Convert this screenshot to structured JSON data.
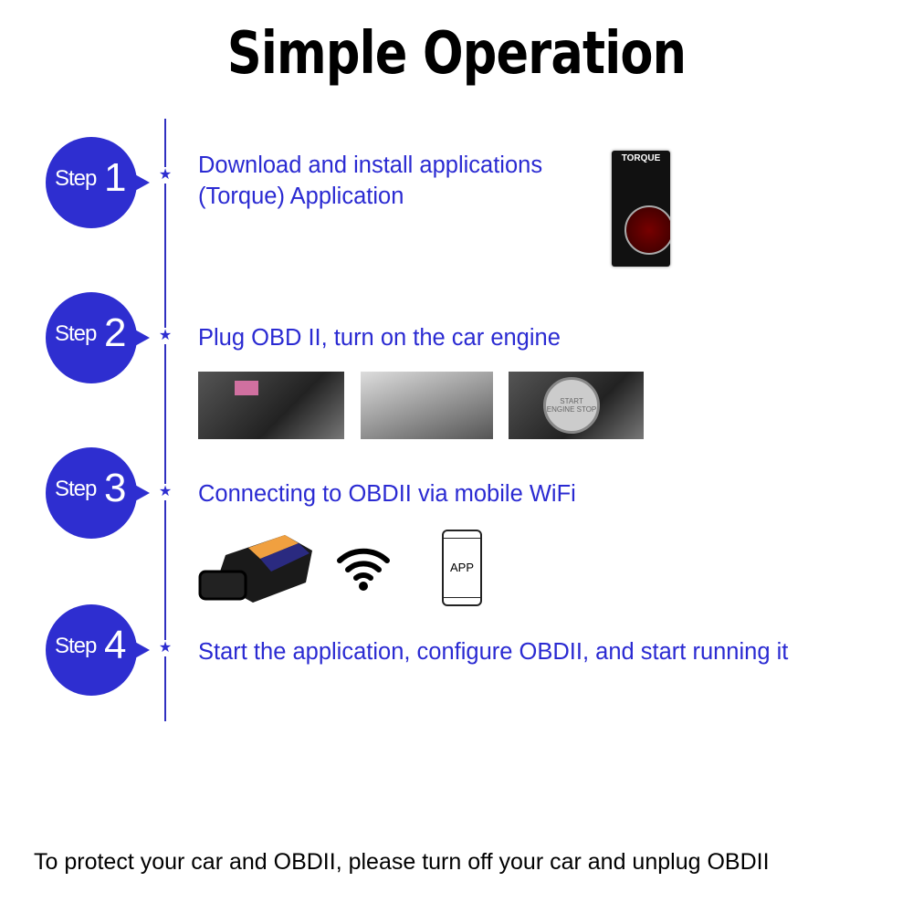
{
  "title": "Simple Operation",
  "steps": [
    {
      "label": "Step",
      "number": "1",
      "lines": [
        "Download and install applications",
        "(Torque) Application"
      ]
    },
    {
      "label": "Step",
      "number": "2",
      "lines": [
        "Plug OBD II, turn on the car engine"
      ]
    },
    {
      "label": "Step",
      "number": "3",
      "lines": [
        "Connecting to OBDII via mobile WiFi"
      ]
    },
    {
      "label": "Step",
      "number": "4",
      "lines": [
        "Start the application, configure OBDII, and start running it"
      ]
    }
  ],
  "torque_app": {
    "name": "TORQUE"
  },
  "start_button": {
    "text": "START ENGINE STOP"
  },
  "phone_label": "APP",
  "footer_note": "To protect your car and OBDII, please turn off your car and unplug OBDII",
  "colors": {
    "accent": "#2e2ed0",
    "text_blue": "#2a2ad2"
  }
}
